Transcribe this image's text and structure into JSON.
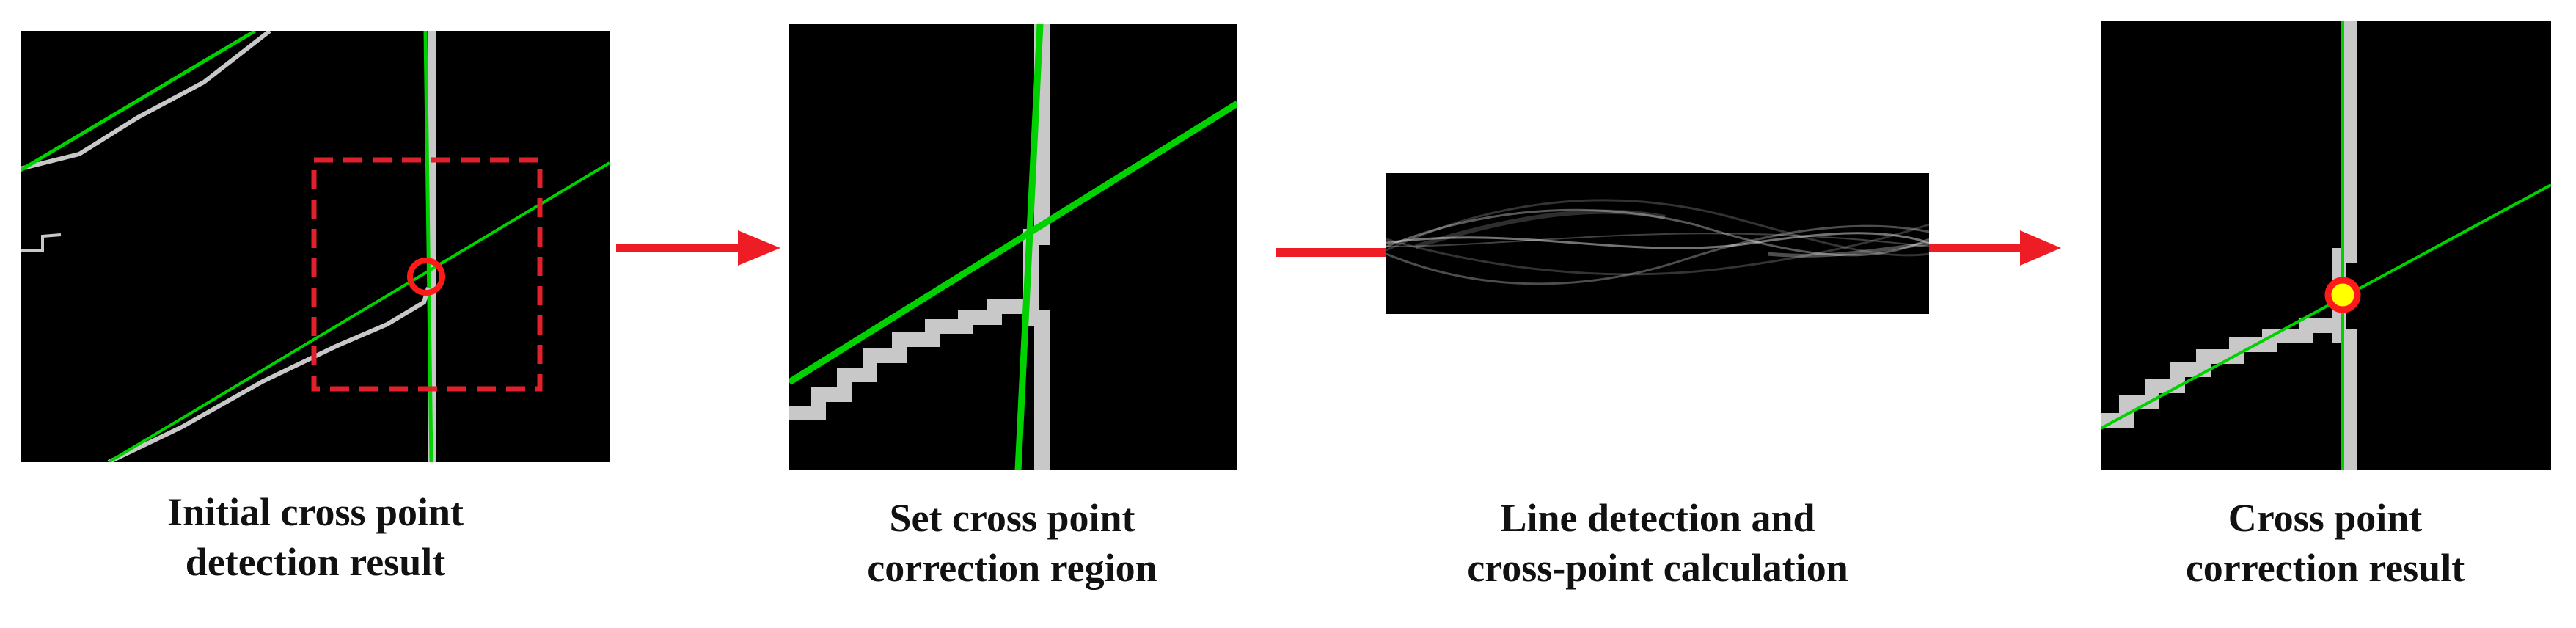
{
  "steps": [
    {
      "line1": "Initial  cross point",
      "line2": "detection result"
    },
    {
      "line1": "Set cross point",
      "line2": "correction region"
    },
    {
      "line1": "Line detection and",
      "line2": "cross-point  calculation"
    },
    {
      "line1": "Cross point",
      "line2": "correction result"
    }
  ],
  "colors": {
    "detected_line": "#00d200",
    "edge_pixels": "#c8c8c8",
    "region_box": "#e0202a",
    "flow_arrow": "#ee1c24",
    "marker_fill": "#ffff00",
    "marker_ring": "#ff1a1a"
  }
}
